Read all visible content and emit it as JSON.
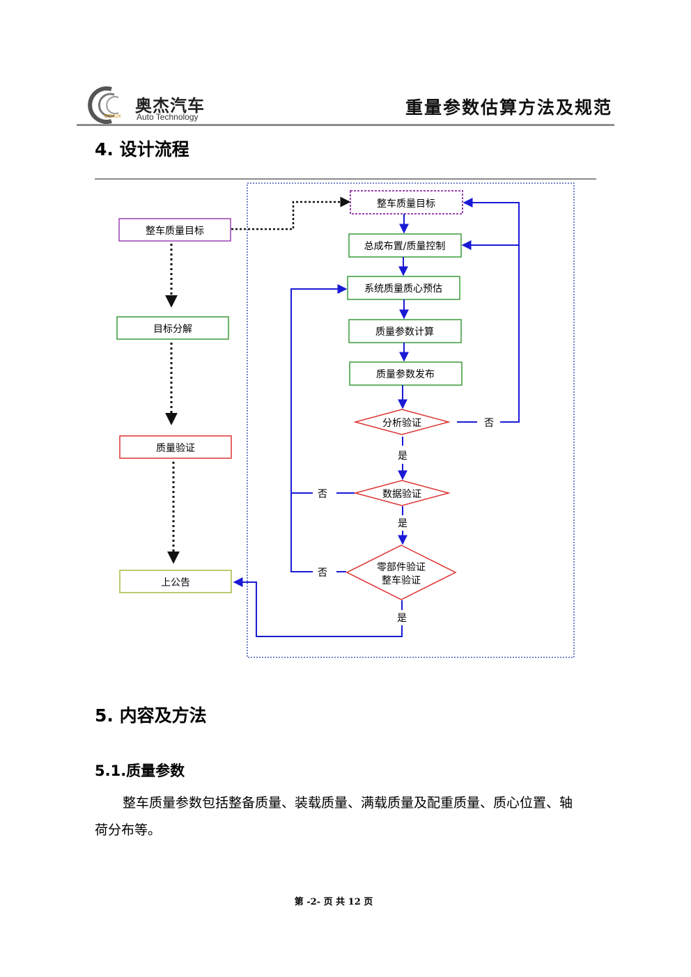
{
  "header": {
    "company_cn": "奥杰汽车",
    "company_en": "Auto Technology",
    "logo_small": "ETHUX",
    "doc_title": "重量参数估算方法及规范"
  },
  "section4": {
    "title": "4. 设计流程"
  },
  "flow": {
    "left": [
      "整车质量目标",
      "目标分解",
      "质量验证",
      "上公告"
    ],
    "right": [
      "整车质量目标",
      "总成布置/质量控制",
      "系统质量质心预估",
      "质量参数计算",
      "质量参数发布"
    ],
    "decisions": {
      "d1": "分析验证",
      "d2": "数据验证",
      "d3_line1": "零部件验证",
      "d3_line2": "整车验证"
    },
    "yes": "是",
    "no": "否"
  },
  "section5": {
    "title": "5. 内容及方法",
    "sub_title": "5.1.质量参数",
    "para_line1": "整车质量参数包括整备质量、装载质量、满载质量及配重质量、质心位置、轴",
    "para_line2": "荷分布等。"
  },
  "footer": {
    "text": "第 -2- 页 共 12 页"
  }
}
